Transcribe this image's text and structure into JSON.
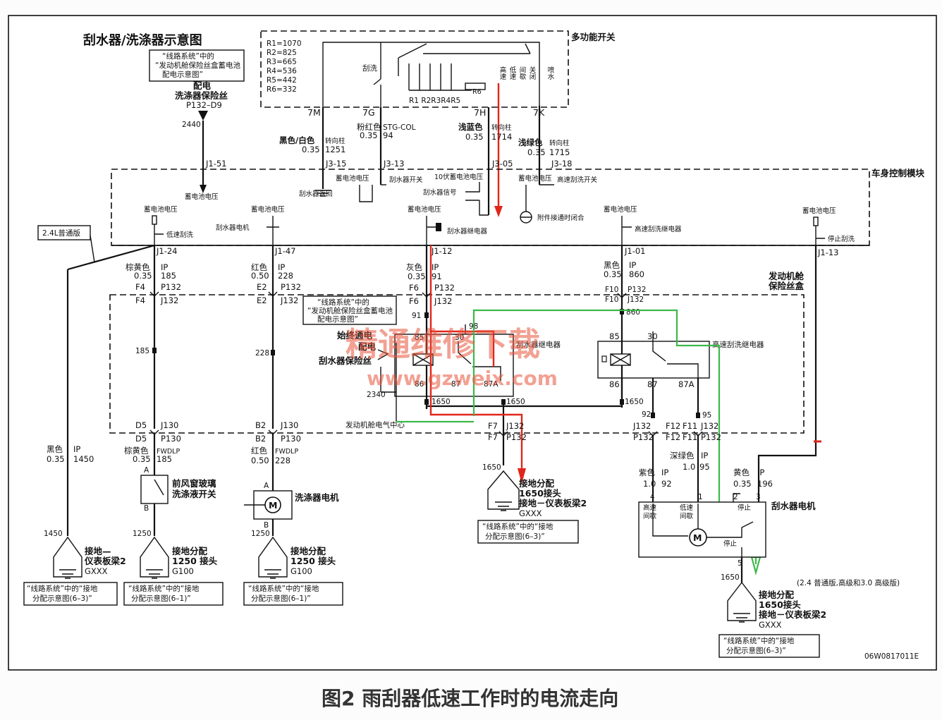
{
  "title": "刮水器/洗涤器示意图",
  "ref_top": [
    "“线路系统”中的",
    "“发动机舱保险丝盒蓄电池",
    "配电示意图”"
  ],
  "power": {
    "l1": "配电",
    "l2": "洗涤器保险丝",
    "l3": "P132–D9"
  },
  "resistors": [
    "R1=1070",
    "R2=825",
    "R3=665",
    "R4=536",
    "R5=442",
    "R6=332"
  ],
  "multi_switch": "多功能开关",
  "switch_wash": "刮洗",
  "switch_r_labels": "R1 R2R3R4R5",
  "switch_r6": "R6",
  "switch_positions": [
    "高速",
    "低速",
    "间歇",
    "关闭",
    "喷水"
  ],
  "pins_top": [
    "7M",
    "7G",
    "7H",
    "7K"
  ],
  "wire_2440": "2440",
  "wire_a": {
    "color": "黑色/白色",
    "size": "0.35",
    "loc": "转向柱",
    "num": "1251"
  },
  "wire_b": {
    "color": "粉红色",
    "size": "0.35",
    "code": "STG-COL",
    "num": "94"
  },
  "wire_c": {
    "color": "浅蓝色",
    "size": "0.35",
    "loc": "转向柱",
    "num": "1714"
  },
  "wire_d": {
    "color": "浅绿色",
    "size": "0.35",
    "loc": "转向柱",
    "num": "1715"
  },
  "bcm_conn": [
    "J1-51",
    "J3-15",
    "J3-13",
    "J3-05",
    "J3-18"
  ],
  "bcm_title": "车身控制模块",
  "bcm_labels": {
    "batt": "蓄电池电压",
    "wiper_return": "刮水器返回",
    "wiper_switch": "刮水器开关",
    "v10": "10伏蓄电池电压",
    "wiper_signal": "刮水器信号",
    "high_switch": "高速刮洗开关",
    "accessory": "附件接通时闭合",
    "low_wipe": "低速刮洗",
    "washer_motor": "刮水器电机",
    "wiper_relay": "刮水器继电器",
    "high_relay": "高速刮洗继电器",
    "stop_wipe": "停止刮洗"
  },
  "version_tag": "2.4L普通版",
  "bcm_bottom": [
    "J1-24",
    "J1-47",
    "J1-12",
    "J1-01",
    "J1-13"
  ],
  "w1": {
    "color": "棕黄色",
    "ip": "IP",
    "size": "0.35",
    "num": "185"
  },
  "w2": {
    "color": "红色",
    "ip": "IP",
    "size": "0.50",
    "num": "228"
  },
  "w3": {
    "color": "灰色",
    "ip": "IP",
    "size": "0.35",
    "num": "91"
  },
  "w4": {
    "color": "黑色",
    "ip": "IP",
    "size": "0.35",
    "num": "860"
  },
  "fusebox_title": [
    "发动机舱",
    "保险丝盒"
  ],
  "fuse_conn_top": [
    "F4",
    "P132",
    "E2",
    "P132",
    "F6",
    "P132",
    "F10",
    "P132"
  ],
  "fuse_conn_top2": [
    "F4",
    "J132",
    "E2",
    "J132",
    "F6",
    "J132",
    "F10",
    "J132"
  ],
  "ref_mid": [
    "“线路系统”中的",
    "“发动机舱保险丝盒蓄电池",
    "配电示意图”"
  ],
  "fuse_nums": {
    "n185": "185",
    "n228": "228",
    "n91": "91",
    "n860": "860",
    "n98": "98",
    "n2340": "2340"
  },
  "relay1": {
    "name": "刮水器继电器",
    "p85": "85",
    "p30": "30",
    "p86": "86",
    "p87": "87",
    "p87a": "87A"
  },
  "relay2": {
    "name": "高速刮洗继电器",
    "p85": "85",
    "p30": "30",
    "p86": "86",
    "p87": "87",
    "p87a": "87A"
  },
  "fuse_left": {
    "l1": "始终通电",
    "l2": "配电",
    "l3": "刮水器保险丝"
  },
  "bus_label": "发动机舱电气中心",
  "n1650": "1650",
  "n92": "92",
  "n95": "95",
  "fuse_conn_bot": [
    "D5",
    "J130",
    "B2",
    "J130",
    "F7",
    "J132",
    "J132",
    "F12",
    "F11",
    "J132"
  ],
  "fuse_conn_bot2": [
    "D5",
    "P130",
    "B2",
    "P130",
    "F7",
    "P132",
    "P132",
    "F12",
    "F11",
    "P132"
  ],
  "w5": {
    "color": "黑色",
    "ip": "IP",
    "size": "0.35",
    "num": "1450"
  },
  "w6": {
    "color": "棕黄色",
    "code": "FWDLP",
    "size": "0.35",
    "num": "185"
  },
  "w7": {
    "color": "红色",
    "code": "FWDLP",
    "size": "0.50",
    "num": "228"
  },
  "w8": {
    "color": "紫色",
    "ip": "IP",
    "size": "1.0",
    "num": "92"
  },
  "w9": {
    "color": "深绿色",
    "ip": "IP",
    "size": "1.0",
    "num": "95"
  },
  "w10": {
    "color": "黄色",
    "ip": "IP",
    "size": "0.35",
    "num": "196"
  },
  "washer_switch": [
    "前风窗玻璃",
    "洗涤液开关"
  ],
  "washer_motor": "洗涤器电机",
  "pin_a": "A",
  "pin_b": "B",
  "motor_symbol": "M",
  "wiper_motor": {
    "name": "刮水器电机",
    "hs": "高速",
    "int": "间歇",
    "ls": "低速",
    "ls2": "间歇",
    "stop": "停止",
    "stop2": "停止",
    "p4": "4",
    "p1": "1",
    "p2": "2",
    "p3": "3",
    "p5": "5"
  },
  "ground1": {
    "num": "1450",
    "l1": "接地—",
    "l2": "仪表板梁2",
    "l3": "GXXX"
  },
  "ground2": {
    "num": "1250",
    "l1": "接地分配",
    "l2": "1250 接头",
    "l3": "G100"
  },
  "ground3": {
    "num": "1250",
    "l1": "接地分配",
    "l2": "1250 接头",
    "l3": "G100"
  },
  "ground4": {
    "num": "1650",
    "l1": "接地分配",
    "l2": "1650接头",
    "l3": "接地－仪表板梁2",
    "l4": "GXXX"
  },
  "ground5": {
    "num": "1650",
    "l1": "接地分配",
    "l2": "1650接头",
    "l3": "接地－仪表板梁2",
    "l4": "GXXX"
  },
  "ref_g1": [
    "“线路系统”中的“接地",
    "分配示意图(6–3)”"
  ],
  "ref_g2": [
    "“线路系统”中的“接地",
    "分配示意图(6–1)”"
  ],
  "ref_g3": [
    "“线路系统”中的“接地",
    "分配示意图(6–1)”"
  ],
  "ref_g4": [
    "“线路系统”中的“接地",
    "分配示意图(6–3)”"
  ],
  "ref_g5": [
    "“线路系统”中的“接地",
    "分配示意图(6–3)”"
  ],
  "version_note": "(2.4 普通版,高级和3.0 高级版)",
  "doc_code": "06W0817011E",
  "watermark": {
    "cn": "精通维修下载",
    "url": "www.gzweix.com"
  },
  "caption": "图2 雨刮器低速工作时的电流走向",
  "colors": {
    "current_path": "#e1251b",
    "alt_path": "#3db84a",
    "watermark": "#e8553c"
  }
}
